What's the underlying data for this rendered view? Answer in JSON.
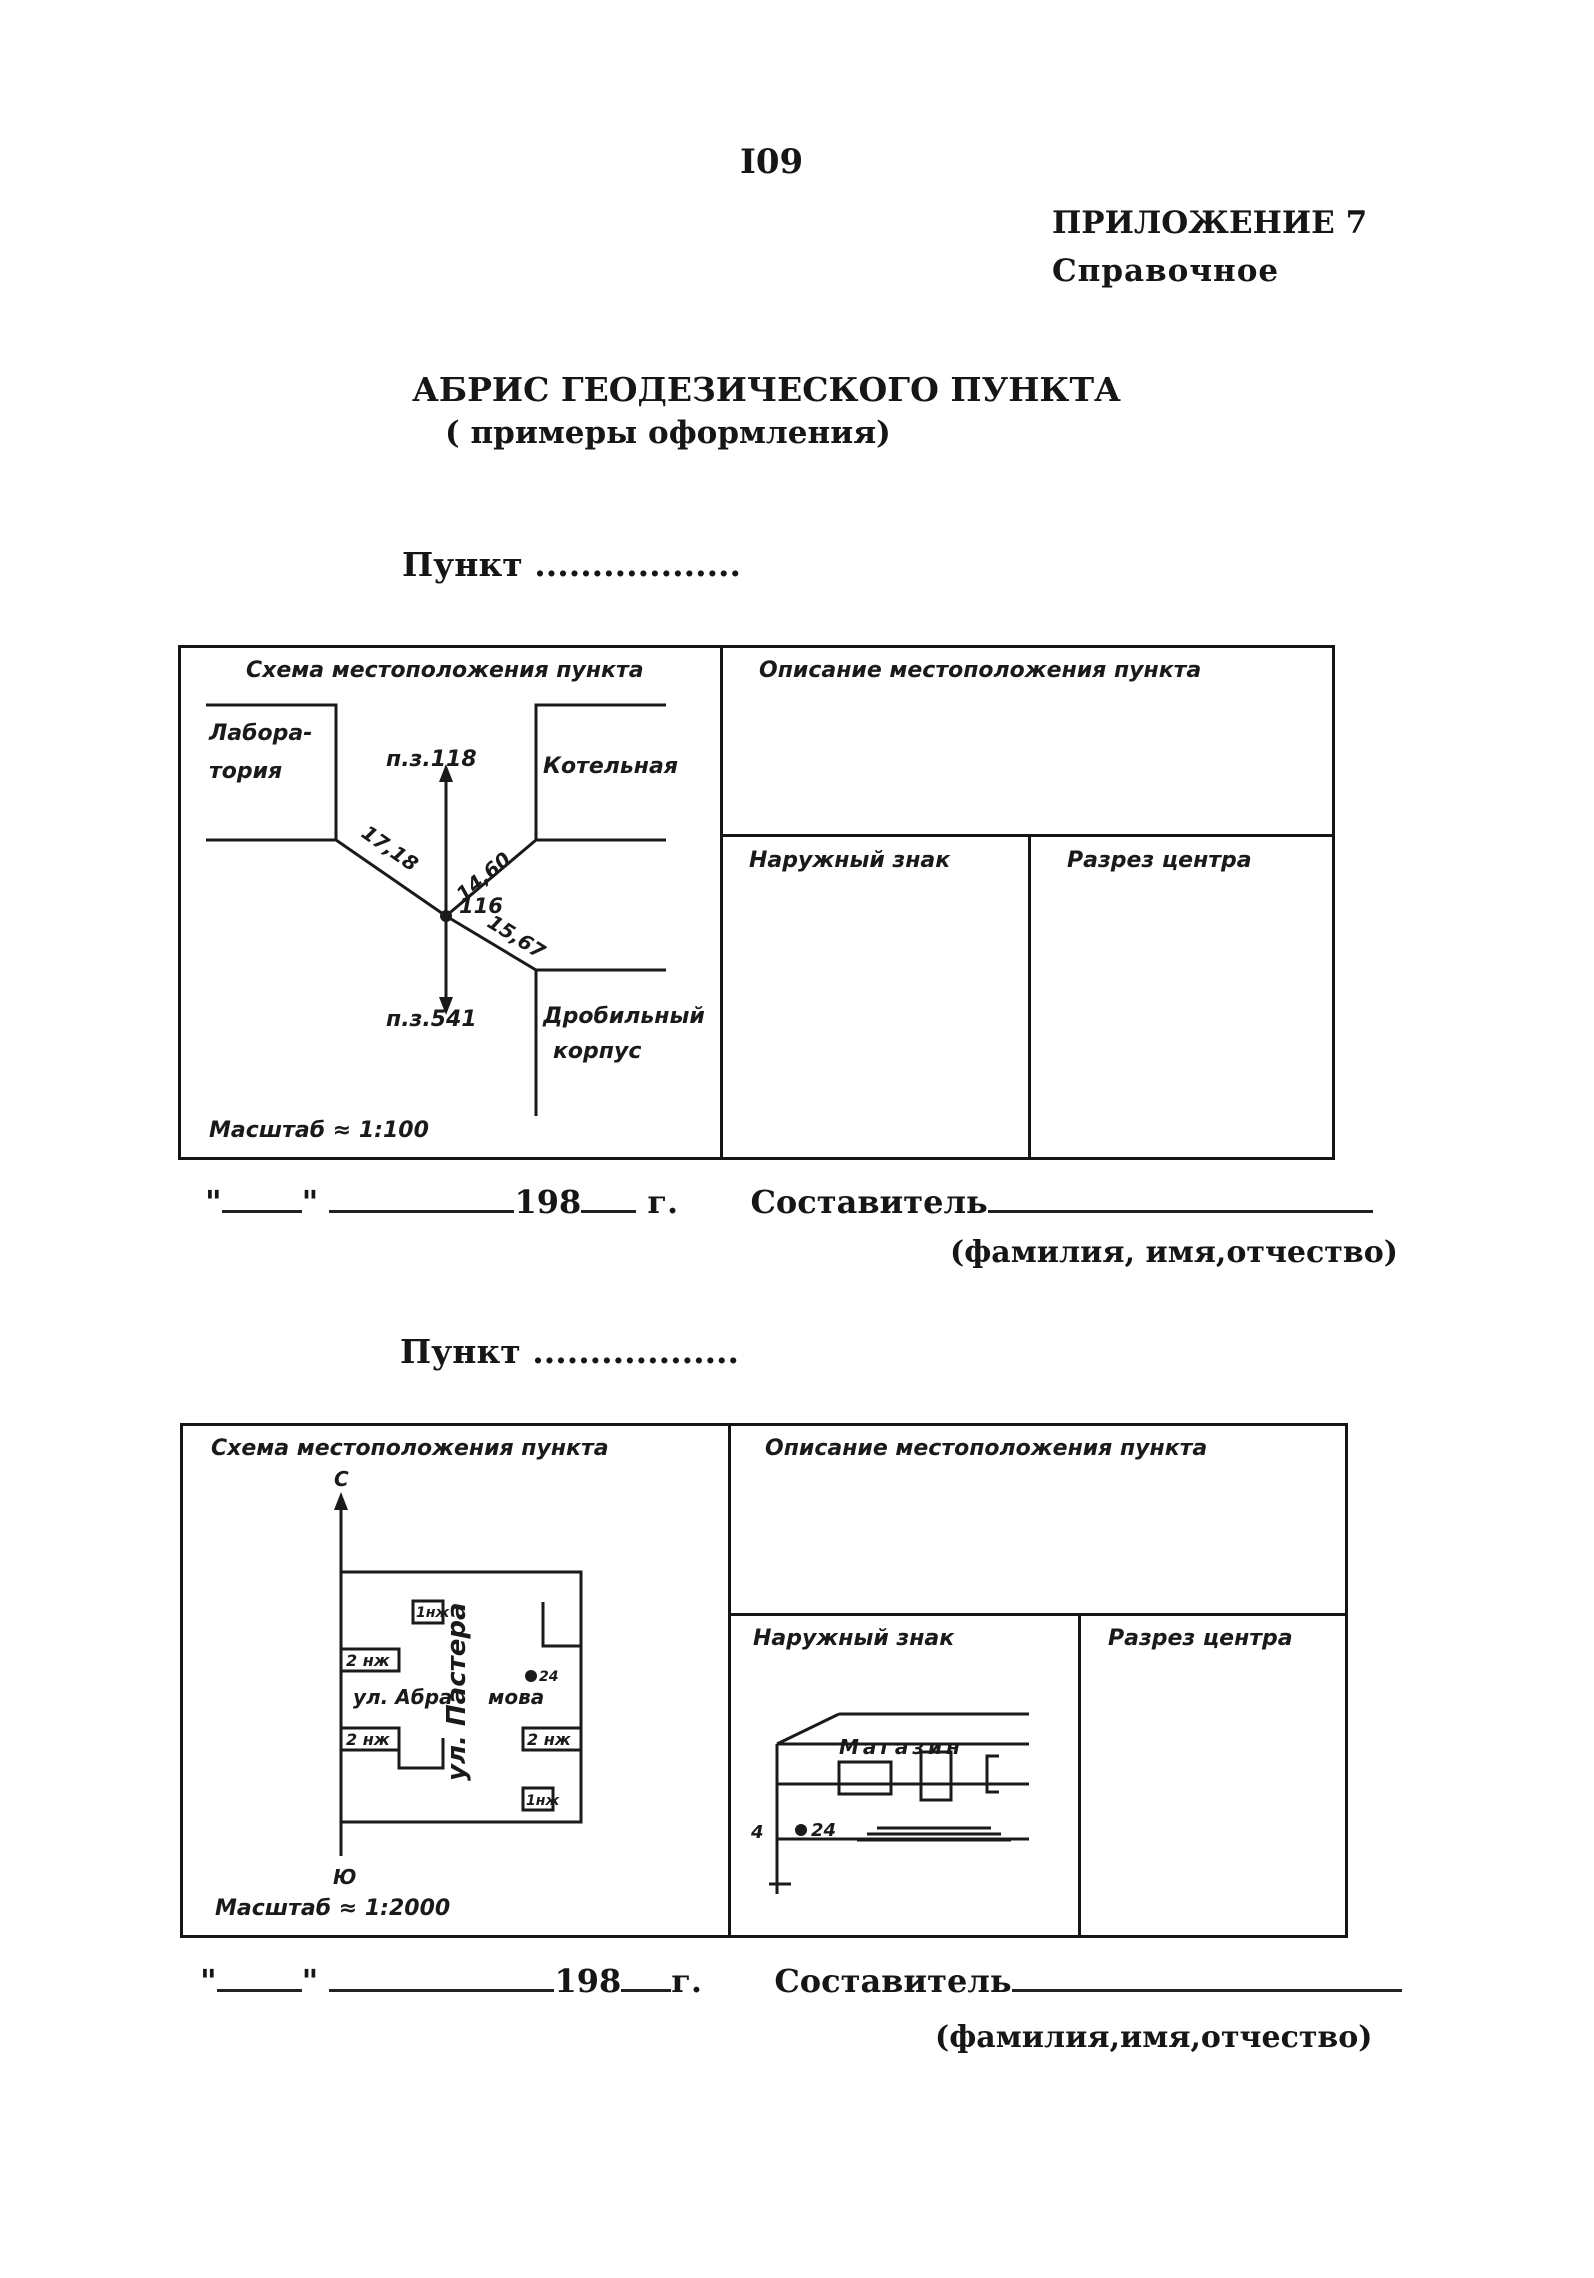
{
  "page_number": "I09",
  "appendix": {
    "title": "ПРИЛОЖЕНИЕ 7",
    "subtitle": "Справочное"
  },
  "title": "АБРИС ГЕОДЕЗИЧЕСКОГО ПУНКТА",
  "subtitle": "( примеры оформления)",
  "examples": [
    {
      "point_label": "Пункт",
      "point_dots": "..................",
      "scheme_title": "Схема местоположения пункта",
      "description_title": "Описание местоположения пункта",
      "outer_sign_title": "Наружный знак",
      "center_section_title": "Разрез центра",
      "scale": "Масштаб ≈ 1:100",
      "labels": {
        "laboratory_1": "Лабора-",
        "laboratory_2": "тория",
        "boiler": "Котельная",
        "crusher_1": "Дробильный",
        "crusher_2": "корпус",
        "benchmark_top": "п.з.118",
        "benchmark_bottom": "п.з.541",
        "point_no": "116",
        "dist_1": "17,18",
        "dist_2": "14,60",
        "dist_3": "15,67"
      },
      "date_quote_open": "\"",
      "date_quote_close": "\"",
      "year": "198",
      "year_suffix": "г.",
      "compiler": "Составитель",
      "compiler_hint": "(фамилия, имя,отчество)"
    },
    {
      "point_label": "Пункт",
      "point_dots": "..................",
      "scheme_title": "Схема местоположения пункта",
      "description_title": "Описание местоположения пункта",
      "outer_sign_title": "Наружный знак",
      "center_section_title": "Разрез центра",
      "scale": "Масштаб ≈ 1:2000",
      "labels": {
        "north": "С",
        "south": "Ю",
        "street_pastera": "ул. Пастера",
        "street_abr_1": "ул. Абра",
        "street_abr_2": "мова",
        "bldg_2": "2 нж",
        "bldg_1": "1нж",
        "shop": "Магазин",
        "shop_point": "24",
        "dist_4": "4"
      },
      "date_quote_open": "\"",
      "date_quote_close": "\"",
      "year": "198",
      "year_suffix": "г.",
      "compiler": "Составитель",
      "compiler_hint": "(фамилия,имя,отчество)"
    }
  ]
}
